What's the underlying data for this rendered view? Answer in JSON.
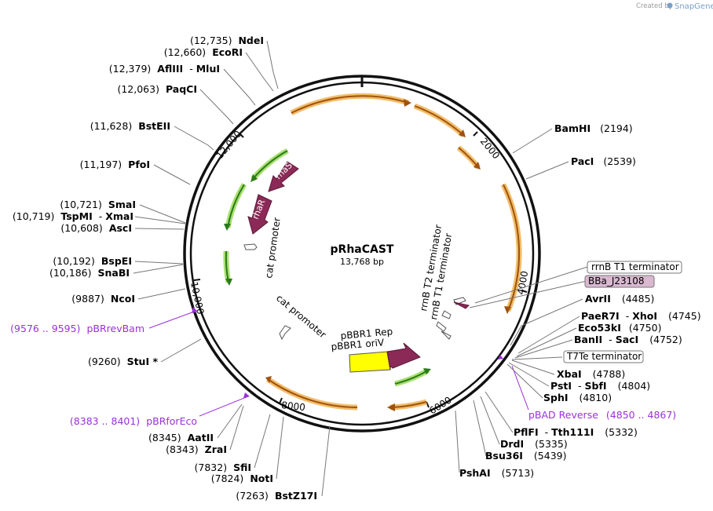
{
  "credit": {
    "prefix": "Created by",
    "brand": "SnapGene"
  },
  "plasmid": {
    "name": "pRhaCAST",
    "size": "13,768 bp"
  },
  "ticks": [
    "2000",
    "4000",
    "6000",
    "8000",
    "10,000",
    "12,000"
  ],
  "features": {
    "rhaS": "rhaS",
    "rhaR": "rhaR",
    "cat_promoter_1": "cat promoter",
    "cat_promoter_2": "cat promoter",
    "rrnB_T2": "rrnB T2 terminator",
    "rrnB_T1": "rrnB T1 terminator",
    "pBBR1_Rep": "pBBR1 Rep",
    "pBBR1_oriV": "pBBR1 oriV"
  },
  "boxed_features": {
    "rrnB_T1_box": "rrnB T1 terminator",
    "BBa": "BBa_J23108",
    "T7Te": "T7Te terminator"
  },
  "sites_left": [
    {
      "pos": "(12,735)",
      "name": "NdeI"
    },
    {
      "pos": "(12,660)",
      "name": "EcoRI"
    },
    {
      "pos": "(12,379)",
      "name": "AflIII",
      "sep": "-",
      "name2": "MluI"
    },
    {
      "pos": "(12,063)",
      "name": "PaqCI"
    },
    {
      "pos": "(11,628)",
      "name": "BstEII"
    },
    {
      "pos": "(11,197)",
      "name": "PfoI"
    },
    {
      "pos": "(10,721)",
      "name": "SmaI"
    },
    {
      "pos": "(10,719)",
      "name": "TspMI",
      "sep": "-",
      "name2": "XmaI"
    },
    {
      "pos": "(10,608)",
      "name": "AscI"
    },
    {
      "pos": "(10,192)",
      "name": "BspEI"
    },
    {
      "pos": "(10,186)",
      "name": "SnaBI"
    },
    {
      "pos": "(9887)",
      "name": "NcoI"
    },
    {
      "pos": "(9260)",
      "name": "StuI *"
    },
    {
      "pos": "(8345)",
      "name": "AatII"
    },
    {
      "pos": "(8343)",
      "name": "ZraI"
    },
    {
      "pos": "(7832)",
      "name": "SfiI"
    },
    {
      "pos": "(7824)",
      "name": "NotI"
    },
    {
      "pos": "(7263)",
      "name": "BstZ17I"
    }
  ],
  "sites_right": [
    {
      "name": "BamHI",
      "pos": "(2194)"
    },
    {
      "name": "PacI",
      "pos": "(2539)"
    },
    {
      "name": "AvrII",
      "pos": "(4485)"
    },
    {
      "name": "PaeR7I",
      "sep": "-",
      "name2": "XhoI",
      "pos": "(4745)"
    },
    {
      "name": "Eco53kI",
      "pos": "(4750)"
    },
    {
      "name": "BanII",
      "sep": "-",
      "name2": "SacI",
      "pos": "(4752)"
    },
    {
      "name": "XbaI",
      "pos": "(4788)"
    },
    {
      "name": "PstI",
      "sep": "-",
      "name2": "SbfI",
      "pos": "(4804)"
    },
    {
      "name": "SphI",
      "pos": "(4810)"
    },
    {
      "name": "PflFI",
      "sep": "-",
      "name2": "Tth111I",
      "pos": "(5332)"
    },
    {
      "name": "DrdI",
      "pos": "(5335)"
    },
    {
      "name": "Bsu36I",
      "pos": "(5439)"
    },
    {
      "name": "PshAI",
      "pos": "(5713)"
    }
  ],
  "primers": {
    "pBRrevBam": {
      "range": "(9576 .. 9595)",
      "name": "pBRrevBam"
    },
    "pBRforEco": {
      "range": "(8383 .. 8401)",
      "name": "pBRforEco"
    },
    "pBAD_Reverse": {
      "name": "pBAD Reverse",
      "range": "(4850 .. 4867)"
    }
  },
  "colors": {
    "backbone": "#111111",
    "orange_feature": "#f2bd6b",
    "orange_arrow": "#a0520a",
    "green_feature": "#a8e070",
    "green_arrow": "#2a7a1a",
    "maroon": "#8b2a57",
    "yellow": "#ffff00",
    "primer": "#9b30d9",
    "box_bg": "#d9b8d0"
  }
}
